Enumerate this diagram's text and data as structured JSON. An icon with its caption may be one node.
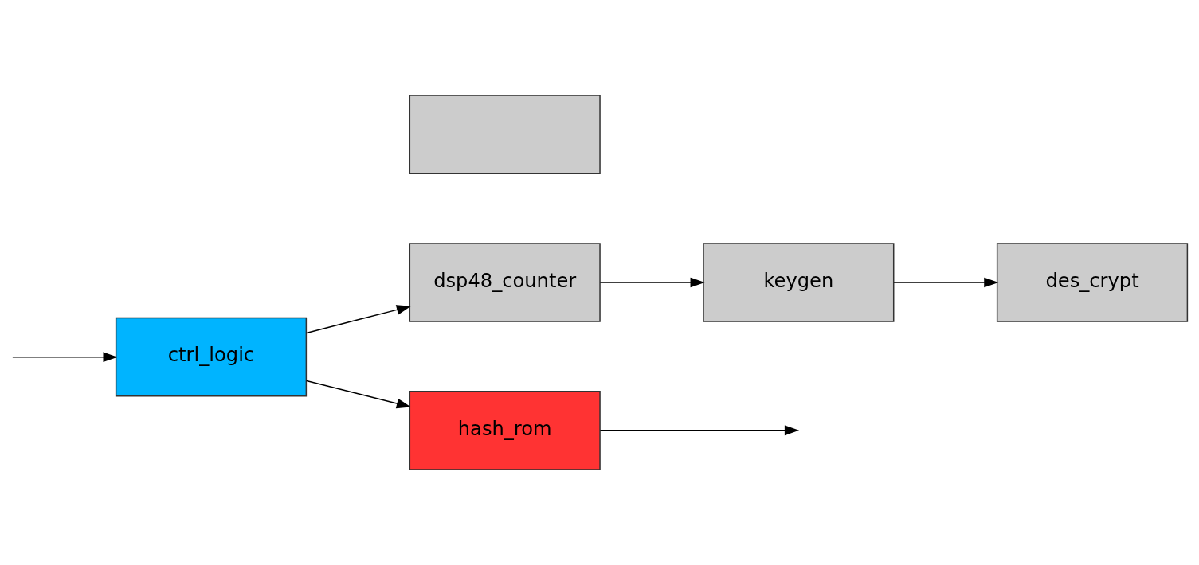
{
  "diagram": {
    "nodes": [
      {
        "text": [
          "ctrl_logic"
        ]
      },
      {
        "text": [
          "dsp48_counter"
        ]
      },
      {
        "text": [
          "keygen"
        ]
      },
      {
        "text": [
          "des_crypt"
        ]
      },
      {
        "text": [],
        "shape": "box"
      },
      {
        "text": [
          "hash_rom"
        ]
      }
    ],
    "edges": [
      {
        "from": null,
        "to": 0,
        "arrow": "to"
      },
      {
        "from": 0,
        "to": 1,
        "arrow": "to"
      },
      {
        "from": 1,
        "to": 2,
        "arrow": "to"
      },
      {
        "from": 2,
        "to": 3,
        "arrow": "to"
      },
      {
        "from": 0,
        "to": 5,
        "arrow": "to"
      },
      {
        "from": 5,
        "to": null,
        "arrow": "to"
      }
    ]
  }
}
